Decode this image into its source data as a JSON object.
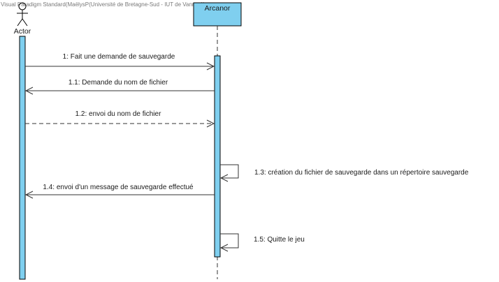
{
  "watermark": "Visual Paradigm Standard(MaëlysP(Université de Bretagne-Sud - IUT de Vannes))",
  "actor": {
    "name": "Actor"
  },
  "object": {
    "name": "Arcanor"
  },
  "colors": {
    "fill": "#7fcfef",
    "stroke": "#000000",
    "line": "#333333"
  },
  "messages": [
    {
      "label": "1: Fait une demande de sauvegarde"
    },
    {
      "label": "1.1: Demande du nom de fichier"
    },
    {
      "label": "1.2: envoi du nom de fichier"
    },
    {
      "label": "1.3: création du fichier de sauvegarde dans un répertoire sauvegarde"
    },
    {
      "label": "1.4: envoi d'un message de sauvegarde effectué"
    },
    {
      "label": "1.5: Quitte le jeu"
    }
  ]
}
